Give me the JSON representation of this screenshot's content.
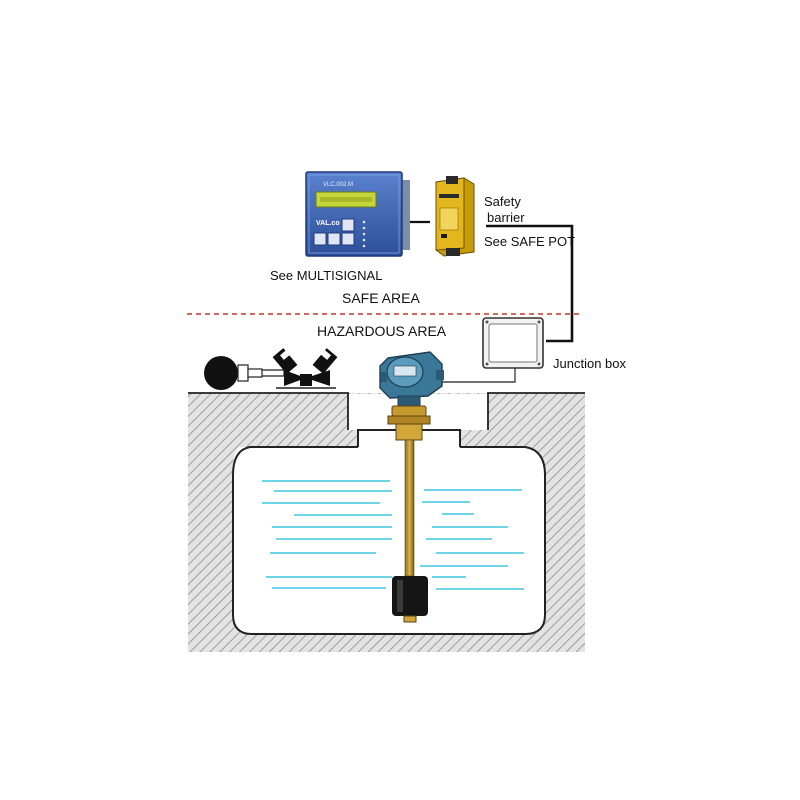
{
  "labels": {
    "safety_barrier_line1": "Safety",
    "safety_barrier_line2": "barrier",
    "see_safe_pot": "See SAFE POT",
    "see_multisignal": "See MULTISIGNAL",
    "safe_area": "SAFE AREA",
    "hazardous_area": "HAZARDOUS AREA",
    "junction_box": "Junction box"
  },
  "device_screen": {
    "model": "VLC.002.M",
    "brand": "VAL.co"
  },
  "colors": {
    "boundary_line": "#c0392b",
    "liquid_lines": "#3fc6e0",
    "controller_body": "#3d63b4",
    "controller_screen": "#c6d63a",
    "barrier_body": "#e2b61c",
    "transmitter_head": "#3b7898",
    "ground_hatch": "#9a9a9a",
    "float": "#111111"
  },
  "icons": [
    "level-controller-icon",
    "safety-barrier-icon",
    "junction-box-icon",
    "transmitter-head-icon",
    "float-icon",
    "pump-motor-icon",
    "valve-icon",
    "underground-tank-icon"
  ]
}
